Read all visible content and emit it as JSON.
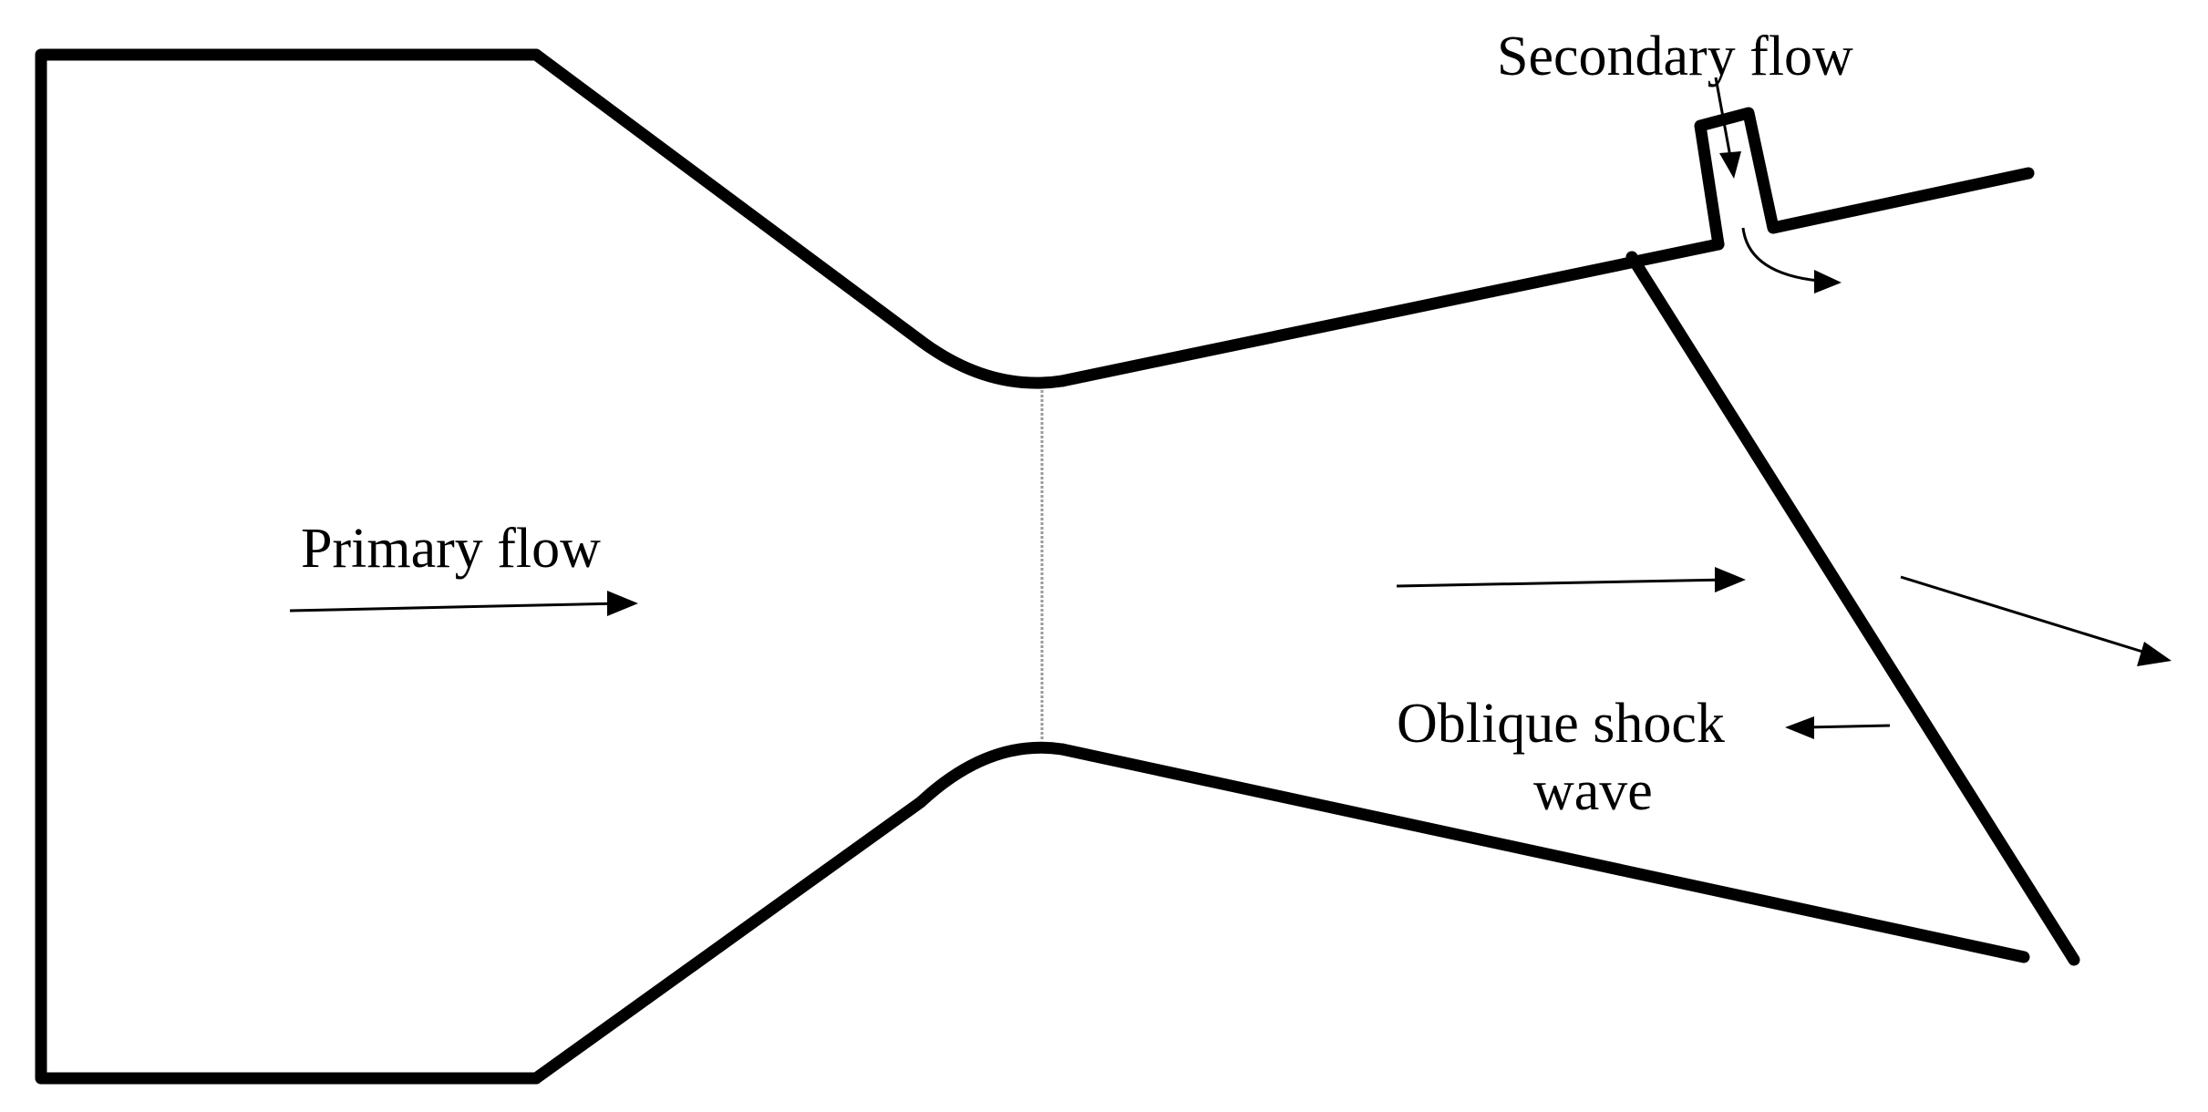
{
  "labels": {
    "primary_flow": "Primary flow",
    "secondary_flow": "Secondary flow",
    "oblique_shock_line1": "Oblique shock",
    "oblique_shock_line2": "wave"
  }
}
